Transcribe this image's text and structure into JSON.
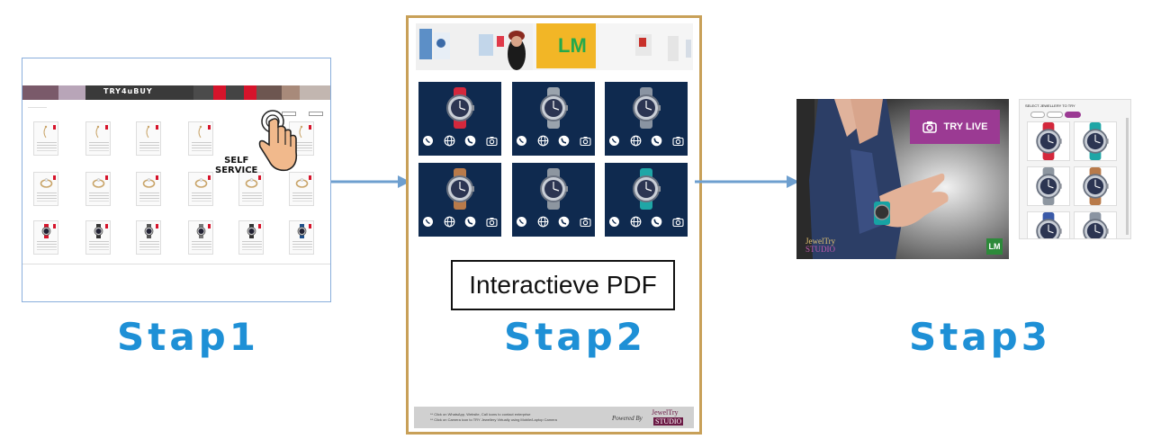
{
  "steps": [
    {
      "label": "Stap1"
    },
    {
      "label": "Stap2"
    },
    {
      "label": "Stap3"
    }
  ],
  "step1": {
    "logo_text": "TRY4uBUY",
    "overlay_text_line1": "SELF",
    "overlay_text_line2": "SERVICE"
  },
  "step2": {
    "header_logo": "LM",
    "pdf_label": "Interactieve PDF",
    "footer_note_1": "** Click on WhatsApp, Website, Call icons to contact enterprise",
    "footer_note_2": "** Click on Camera icon to TRY Jewellery Virtually using Mobile/Laptop Camera",
    "powered_by": "Powered By",
    "brand_line1": "JewelTry",
    "brand_line2": "STUDIO",
    "watch_strap_colors": [
      "#d4283c",
      "#9aa3ad",
      "#8a94a2",
      "#b87a4a",
      "#8d96a0",
      "#1fa6a6"
    ]
  },
  "step3": {
    "try_live_label": "TRY LIVE",
    "video_brand_line1": "JewelTry",
    "video_brand_line2": "STUDIO",
    "video_logo": "LM",
    "gallery_title": "SELECT JEWELLERY TO TRY"
  },
  "colors": {
    "step_label": "#1e90d6",
    "arrow": "#6e9fcf",
    "tile_bg": "#0f2a4f",
    "try_live_bg": "#9b3a93",
    "frame_gold": "#c8a058"
  }
}
